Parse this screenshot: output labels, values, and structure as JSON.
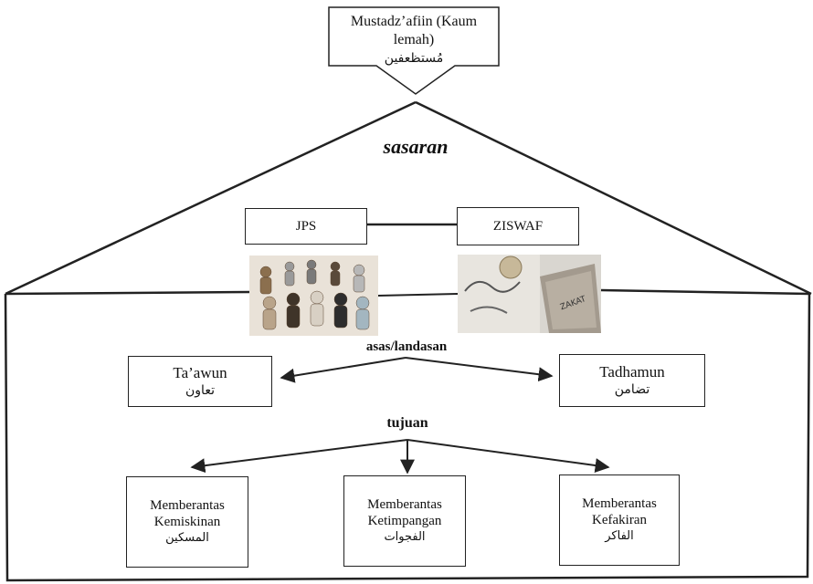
{
  "top": {
    "title": "Mustadz’afiin (Kaum lemah)",
    "arabic": "مُستظعفين"
  },
  "labels": {
    "sasaran": "sasaran",
    "asas": "asas/landasan",
    "tujuan": "tujuan"
  },
  "programs": {
    "left": "JPS",
    "right": "ZISWAF"
  },
  "photos": {
    "left_icon": "paper-people-chain",
    "right_icon": "zakat-money-bag",
    "bag_text": "ZAKAT"
  },
  "principles": {
    "left": {
      "latin": "Ta’awun",
      "arabic": "تعاون"
    },
    "right": {
      "latin": "Tadhamun",
      "arabic": "تضامن"
    }
  },
  "goals": [
    {
      "line1": "Memberantas",
      "line2": "Kemiskinan",
      "arabic": "المسكين"
    },
    {
      "line1": "Memberantas",
      "line2": "Ketimpangan",
      "arabic": "الفجوات"
    },
    {
      "line1": "Memberantas",
      "line2": "Kefakiran",
      "arabic": "الفاكر"
    }
  ]
}
